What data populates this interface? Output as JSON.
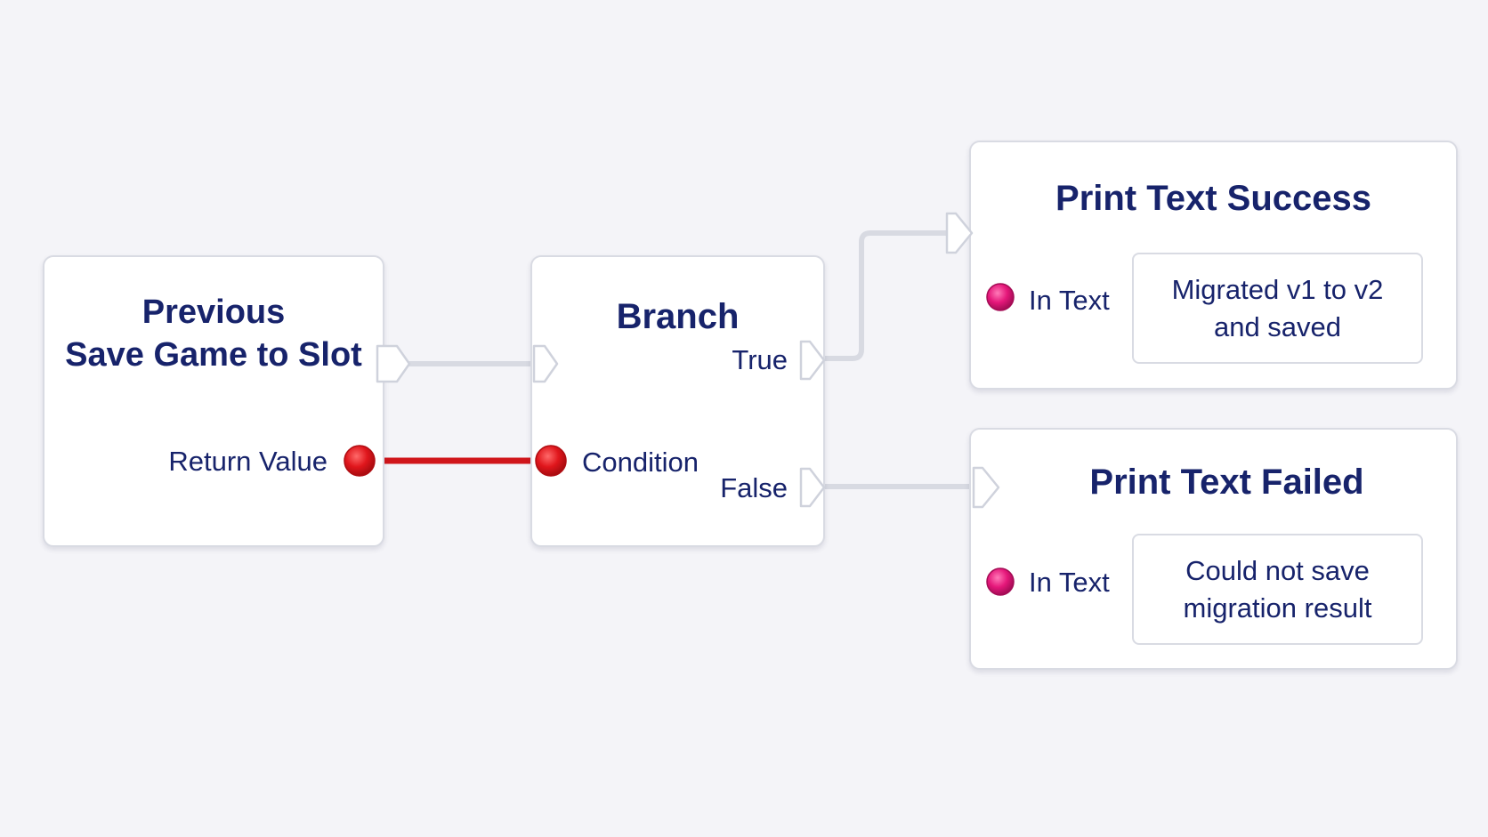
{
  "nodes": {
    "previous": {
      "title_line1": "Previous",
      "title_line2": "Save Game to Slot",
      "return_value_label": "Return Value"
    },
    "branch": {
      "title": "Branch",
      "true_label": "True",
      "false_label": "False",
      "condition_label": "Condition"
    },
    "print_success": {
      "title": "Print Text Success",
      "in_text_label": "In Text",
      "value_line1": "Migrated v1 to v2",
      "value_line2": "and saved"
    },
    "print_failed": {
      "title": "Print Text Failed",
      "in_text_label": "In Text",
      "value_line1": "Could not save",
      "value_line2": "migration result"
    }
  },
  "colors": {
    "text": "#17236b",
    "bool_pin": "#e0161c",
    "string_pin": "#e5177a",
    "exec_wire": "#d8dae2",
    "node_border": "#d9dbe3"
  }
}
